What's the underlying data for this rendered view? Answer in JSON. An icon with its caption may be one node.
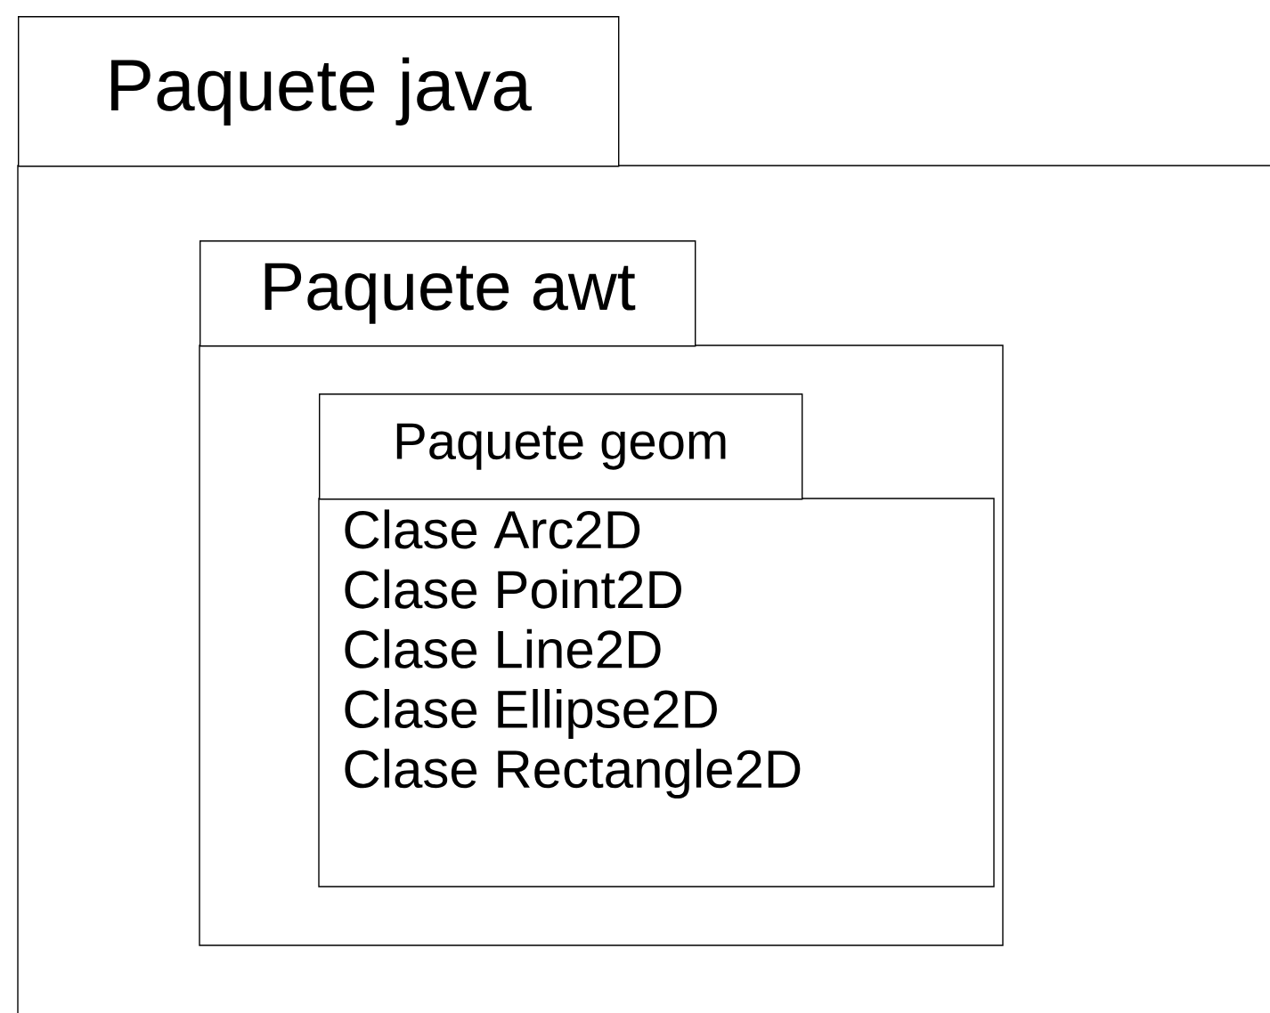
{
  "diagram": {
    "nodes": [
      {
        "text": [
          "Paquete java"
        ]
      },
      {
        "text": [
          "Paquete awt"
        ],
        "in": 0
      },
      {
        "text": [
          "Paquete geom",
          "Clase Arc2D",
          "Clase Point2D",
          "Clase Line2D",
          "Clase Ellipse2D",
          "Clase Rectangle2D"
        ],
        "in": 1
      }
    ]
  }
}
